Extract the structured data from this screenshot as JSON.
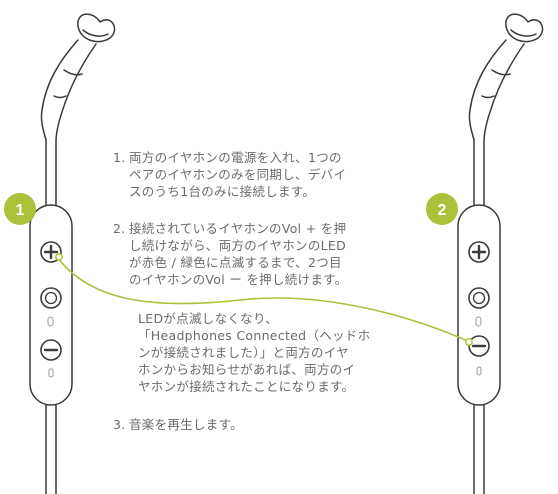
{
  "badges": {
    "left": "1",
    "right": "2"
  },
  "colors": {
    "accent": "#a9c23a",
    "outline": "#3a3a3a",
    "text": "#6b6b6b"
  },
  "steps": [
    {
      "num": "1.",
      "text": "両方のイヤホンの電源を入れ、1つの\nペアのイヤホンのみを同期し、デバイ\nスのうち1台のみに接続します。"
    },
    {
      "num": "2.",
      "text": "接続されているイヤホンのVol + を押\nし続けながら、両方のイヤホンのLED\nが赤色 / 緑色に点滅するまで、2つ目\nのイヤホンのVol ー を押し続けます。"
    },
    {
      "num": "3.",
      "text": "音楽を再生します。"
    }
  ],
  "note": "LEDが点滅しなくなり、\n「Headphones Connected（ヘッドホ\nンが接続されました）」と両方のイヤ\nホンからお知らせがあれば、両方のイ\nヤホンが接続されたことになります。",
  "icons": {
    "plus": "plus-icon",
    "minus": "minus-icon",
    "power": "power-button-icon",
    "mic": "microphone-icon",
    "led": "led-indicator-icon"
  }
}
